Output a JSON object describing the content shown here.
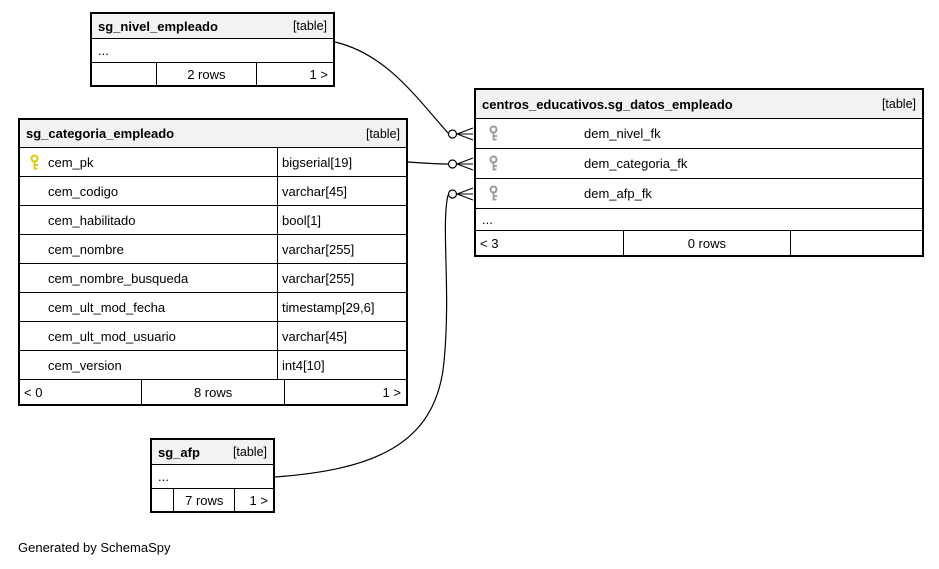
{
  "diagram": {
    "generated_by": "Generated by SchemaSpy"
  },
  "tables": {
    "nivel": {
      "name": "sg_nivel_empleado",
      "type_label": "[table]",
      "ellipsis": "...",
      "footer": {
        "left": "",
        "center": "2 rows",
        "right": "1 >"
      }
    },
    "categoria": {
      "name": "sg_categoria_empleado",
      "type_label": "[table]",
      "columns": [
        {
          "name": "cem_pk",
          "type": "bigserial[19]",
          "key": "primary"
        },
        {
          "name": "cem_codigo",
          "type": "varchar[45]",
          "key": ""
        },
        {
          "name": "cem_habilitado",
          "type": "bool[1]",
          "key": ""
        },
        {
          "name": "cem_nombre",
          "type": "varchar[255]",
          "key": ""
        },
        {
          "name": "cem_nombre_busqueda",
          "type": "varchar[255]",
          "key": ""
        },
        {
          "name": "cem_ult_mod_fecha",
          "type": "timestamp[29,6]",
          "key": ""
        },
        {
          "name": "cem_ult_mod_usuario",
          "type": "varchar[45]",
          "key": ""
        },
        {
          "name": "cem_version",
          "type": "int4[10]",
          "key": ""
        }
      ],
      "footer": {
        "left": "< 0",
        "center": "8 rows",
        "right": "1 >"
      }
    },
    "datos": {
      "name": "centros_educativos.sg_datos_empleado",
      "type_label": "[table]",
      "columns": [
        {
          "name": "dem_nivel_fk",
          "key": "foreign"
        },
        {
          "name": "dem_categoria_fk",
          "key": "foreign"
        },
        {
          "name": "dem_afp_fk",
          "key": "foreign"
        }
      ],
      "ellipsis": "...",
      "footer": {
        "left": "< 3",
        "center": "0 rows",
        "right": ""
      }
    },
    "afp": {
      "name": "sg_afp",
      "type_label": "[table]",
      "ellipsis": "...",
      "footer": {
        "left": "",
        "center": "7 rows",
        "right": "1 >"
      }
    }
  },
  "relationships": [
    {
      "from": "sg_nivel_empleado",
      "to": "centros_educativos.sg_datos_empleado.dem_nivel_fk"
    },
    {
      "from": "sg_categoria_empleado.cem_pk",
      "to": "centros_educativos.sg_datos_empleado.dem_categoria_fk"
    },
    {
      "from": "sg_afp",
      "to": "centros_educativos.sg_datos_empleado.dem_afp_fk"
    }
  ],
  "colors": {
    "header_bg": "#f2f2f2",
    "border": "#000000",
    "pk_icon": "#dcc800",
    "fk_icon": "#9a9a9a"
  }
}
